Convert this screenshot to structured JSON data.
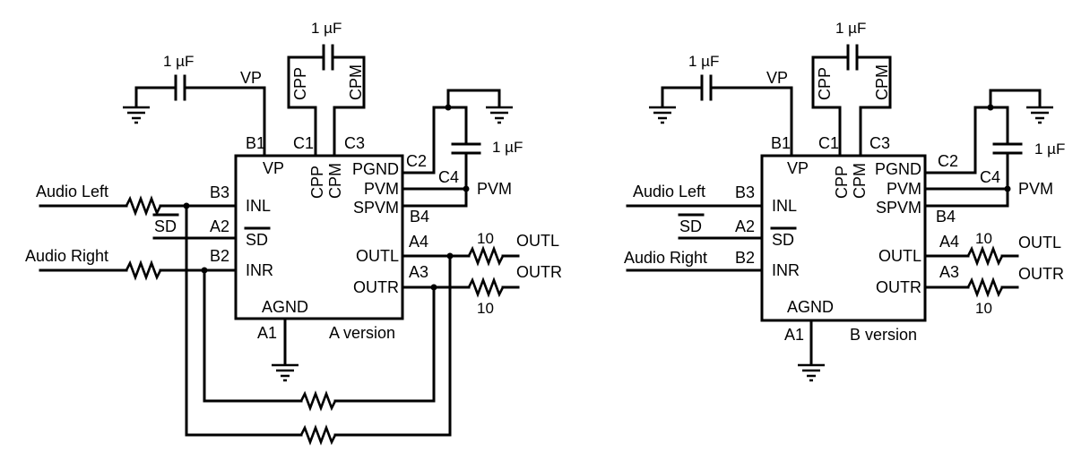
{
  "cap_label": "1 µF",
  "resistor_label": "10",
  "circuits": [
    {
      "id": "a",
      "version": "A version",
      "inputs": {
        "left": "Audio Left",
        "sd": "SD",
        "right": "Audio Right"
      },
      "supply": "VP",
      "pvm_net": "PVM",
      "outputs": {
        "left": "OUTL",
        "right": "OUTR"
      },
      "pins": {
        "vp": "B1",
        "cpp": "C1",
        "cpm": "C3",
        "pgnd": "C2",
        "pvm": "C4",
        "spvm": "B4",
        "inl": "B3",
        "sd": "A2",
        "inr": "B2",
        "outl": "A4",
        "outr": "A3",
        "agnd": "A1"
      },
      "chip": {
        "vp": "VP",
        "cpp": "CPP",
        "cpm": "CPM",
        "pgnd": "PGND",
        "pvm": "PVM",
        "spvm": "SPVM",
        "inl": "INL",
        "sd": "SD",
        "inr": "INR",
        "outl": "OUTL",
        "outr": "OUTR",
        "agnd": "AGND"
      },
      "flying_cap": {
        "cpp": "CPP",
        "cpm": "CPM"
      }
    },
    {
      "id": "b",
      "version": "B version",
      "inputs": {
        "left": "Audio Left",
        "sd": "SD",
        "right": "Audio Right"
      },
      "supply": "VP",
      "pvm_net": "PVM",
      "outputs": {
        "left": "OUTL",
        "right": "OUTR"
      },
      "pins": {
        "vp": "B1",
        "cpp": "C1",
        "cpm": "C3",
        "pgnd": "C2",
        "pvm": "C4",
        "spvm": "B4",
        "inl": "B3",
        "sd": "A2",
        "inr": "B2",
        "outl": "A4",
        "outr": "A3",
        "agnd": "A1"
      },
      "chip": {
        "vp": "VP",
        "cpp": "CPP",
        "cpm": "CPM",
        "pgnd": "PGND",
        "pvm": "PVM",
        "spvm": "SPVM",
        "inl": "INL",
        "sd": "SD",
        "inr": "INR",
        "outl": "OUTL",
        "outr": "OUTR",
        "agnd": "AGND"
      },
      "flying_cap": {
        "cpp": "CPP",
        "cpm": "CPM"
      }
    }
  ]
}
